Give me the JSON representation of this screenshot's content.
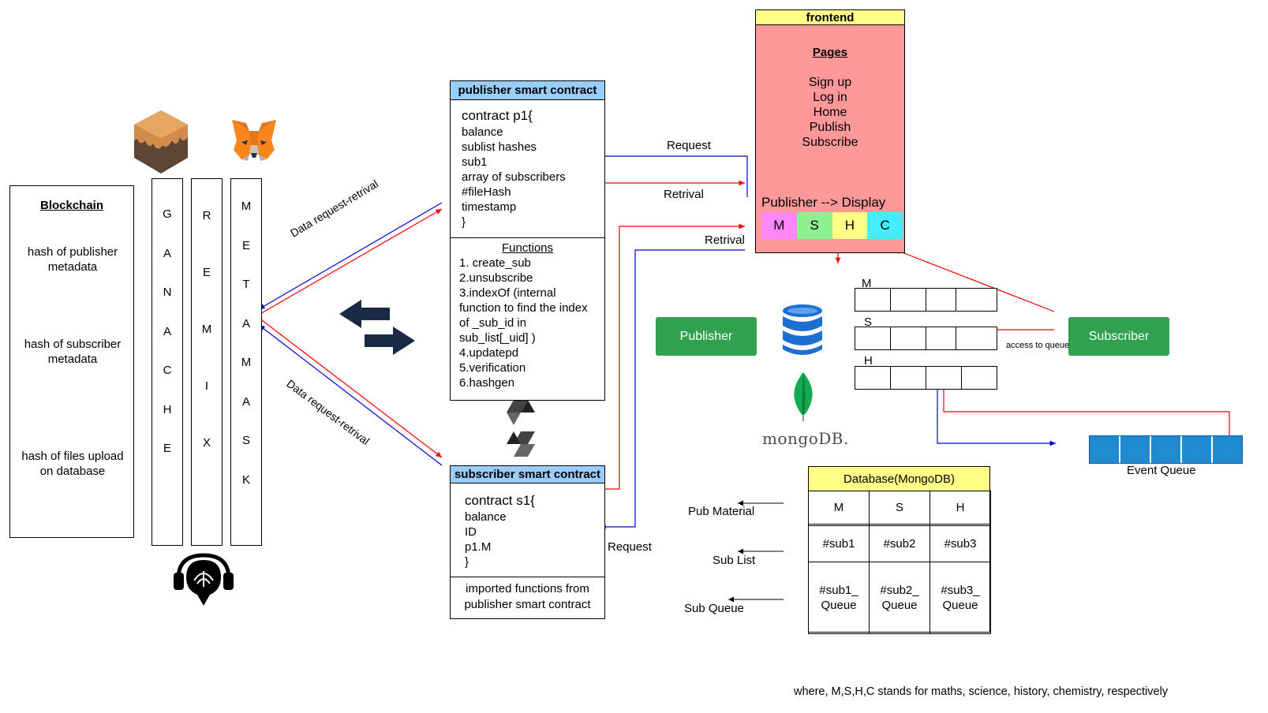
{
  "blockchain": {
    "title": "Blockchain",
    "items": [
      "hash of publisher metadata",
      "hash of subscriber metadata",
      "hash of files upload on database"
    ]
  },
  "tools": {
    "ganache": [
      "G",
      "A",
      "N",
      "A",
      "C",
      "H",
      "E"
    ],
    "remix": [
      "R",
      "E",
      "M",
      "I",
      "X"
    ],
    "metamask": [
      "M",
      "E",
      "T",
      "A",
      "M",
      "A",
      "S",
      "K"
    ]
  },
  "publisher_contract": {
    "title": "publisher smart contract",
    "head": "contract p1{",
    "body": [
      "balance",
      "sublist hashes",
      "sub1",
      "array of subscribers",
      "#fileHash",
      "timestamp",
      "}"
    ],
    "functions_title": "Functions",
    "functions": [
      "1. create_sub",
      "2.unsubscribe",
      "3.indexOf (internal",
      "function to find the index",
      "of _sub_id in",
      "sub_list[_uid] )",
      "4.updatepd",
      "5.verification",
      "6.hashgen"
    ]
  },
  "subscriber_contract": {
    "title": "subscriber smart contract",
    "head": "contract s1{",
    "body": [
      "balance",
      "ID",
      "p1.M",
      "}"
    ],
    "footer": [
      "imported functions from",
      "publisher smart contract"
    ]
  },
  "frontend": {
    "title": "frontend",
    "pages_title": "Pages",
    "pages": [
      "Sign up",
      "Log in",
      "Home",
      "Publish",
      "Subscribe"
    ],
    "display_label": "Publisher --> Display",
    "subjects": [
      {
        "label": "M",
        "color": "#ff88ff"
      },
      {
        "label": "S",
        "color": "#8ef08e"
      },
      {
        "label": "H",
        "color": "#ffff88"
      },
      {
        "label": "C",
        "color": "#44eeff"
      }
    ]
  },
  "labels": {
    "data_request_top": "Data request-retrival",
    "data_request_bottom": "Data request-retrival",
    "request_top": "Request",
    "retrival_top": "Retrival",
    "retrival_sub": "Retrival",
    "request_sub": "Request",
    "access_queue": "access to queue"
  },
  "buttons": {
    "publisher": "Publisher",
    "subscriber": "Subscriber"
  },
  "queues": {
    "labels": [
      "M",
      "S",
      "H"
    ],
    "event_queue": "Event Queue"
  },
  "mongodb_logo": "mongoDB.",
  "database": {
    "title": "Database(MongoDB)",
    "columns": [
      "M",
      "S",
      "H"
    ],
    "rows": [
      {
        "label": "Pub Material",
        "cells": [
          "",
          "",
          ""
        ]
      },
      {
        "label": "Sub List",
        "cells": [
          "#sub1",
          "#sub2",
          "#sub3"
        ]
      },
      {
        "label": "Sub Queue",
        "cells": [
          "#sub1_\nQueue",
          "#sub2_\nQueue",
          "#sub3_\nQueue"
        ]
      }
    ]
  },
  "footnote": "where, M,S,H,C stands for maths, science, history, chemistry, respectively",
  "colors": {
    "frontend_bg": "#ff9999",
    "header_yellow": "#ffff88",
    "contract_header": "#99ccff",
    "button_green": "#30a14e",
    "event_queue": "#1f8ad0",
    "arrow_red": "#ff0000",
    "arrow_blue": "#0000dd"
  }
}
